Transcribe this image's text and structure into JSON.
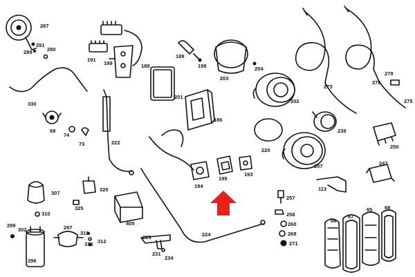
{
  "labels": {
    "l287": "287",
    "l291": "291",
    "l290": "290",
    "l289": "289",
    "l191": "191",
    "l199": "199",
    "l188": "188",
    "l189": "189",
    "l198": "198",
    "l203": "203",
    "l204": "204",
    "l273": "273",
    "l276": "276",
    "l278": "278",
    "l275": "275",
    "l330": "330",
    "l201": "201",
    "l202": "202",
    "l186": "186",
    "l69": "69",
    "l74": "74",
    "l73": "73",
    "l222": "222",
    "l238": "238",
    "l250": "250",
    "l220": "220",
    "l207": "207",
    "l194": "194",
    "l195": "195",
    "l193": "193",
    "l247": "247",
    "l113": "113",
    "l307": "307",
    "l320": "320",
    "l325": "325",
    "l310": "310",
    "l257": "257",
    "l258": "258",
    "l299": "299",
    "l302": "302",
    "l297": "297",
    "l318": "318",
    "l315": "315",
    "l312": "312",
    "l405": "405",
    "l224": "224",
    "l229": "229",
    "l231": "231",
    "l234": "234",
    "l260": "260",
    "l268": "268",
    "l271": "271",
    "l296": "296",
    "l66": "66",
    "l67": "67",
    "l65": "65",
    "l68": "68"
  },
  "colors": {
    "line": "#111111",
    "arrow": "#e8211b",
    "background": "#ffffff",
    "fill": "#bdbdbd"
  },
  "icons": {
    "highlight": "arrow-up-icon"
  }
}
